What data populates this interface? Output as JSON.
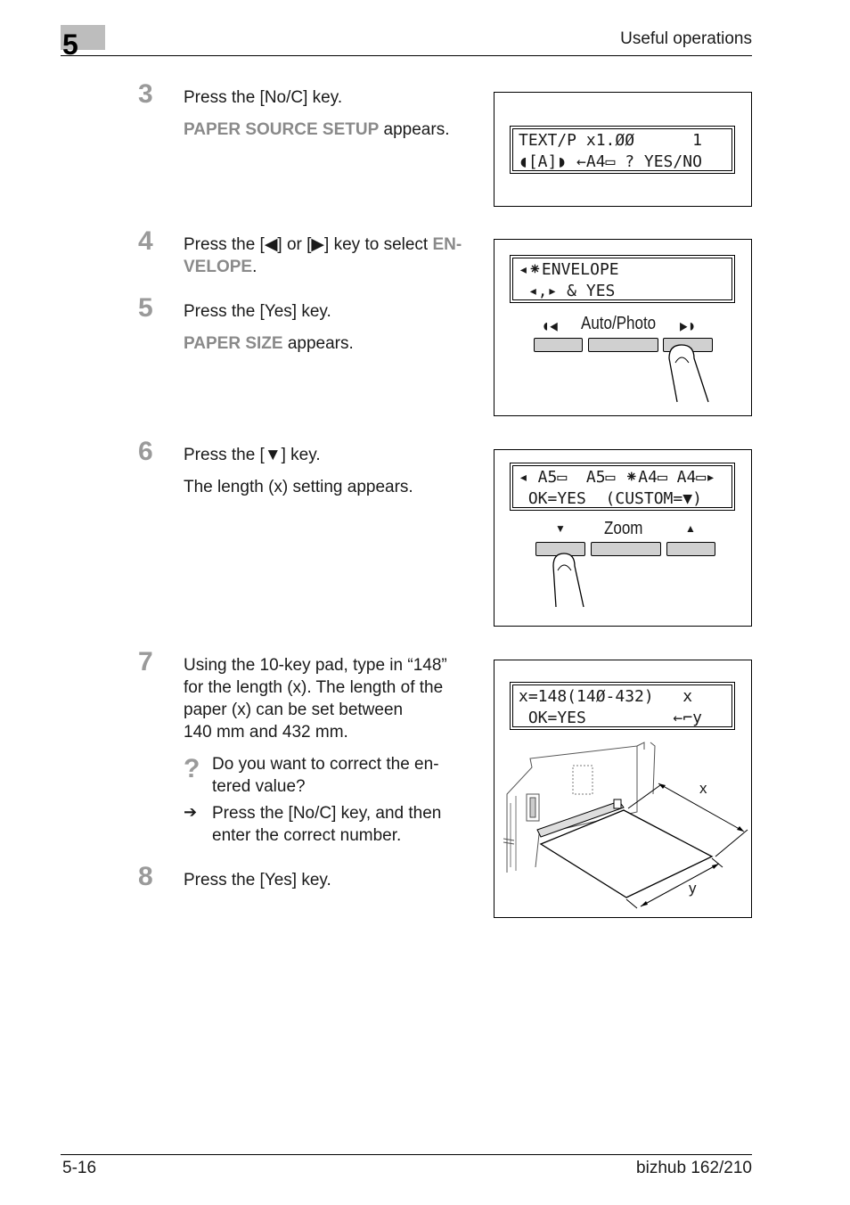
{
  "header": {
    "chapter": "5",
    "title": "Useful operations"
  },
  "steps": {
    "s3": {
      "num": "3",
      "line1": "Press the [No/C] key.",
      "hl": "PAPER SOURCE SETUP",
      "tail": " appears."
    },
    "s4": {
      "num": "4",
      "pre": "Press the [◀] or [▶] key to select ",
      "hl1": "EN-",
      "hl2": "VELOPE",
      "post": "."
    },
    "s5": {
      "num": "5",
      "line1": "Press the [Yes] key.",
      "hl": "PAPER SIZE",
      "tail": " appears."
    },
    "s6": {
      "num": "6",
      "line1": "Press the [▼] key.",
      "line2": "The length (x) setting appears."
    },
    "s7": {
      "num": "7",
      "l1": "Using the 10-key pad, type in “148”",
      "l2": "for the length (x). The length of the",
      "l3": "paper (x) can be set between",
      "l4": "140 mm and 432 mm.",
      "q_icon": "?",
      "q1": "Do you want to correct the en-",
      "q2": "tered value?",
      "arrow_icon": "➔",
      "a1": "Press the [No/C] key, and then",
      "a2": "enter the correct number."
    },
    "s8": {
      "num": "8",
      "line1": "Press the [Yes] key."
    }
  },
  "panels": {
    "p1": {
      "l1": "TEXT/P x1.ØØ      1",
      "l2": "◖[A]◗ ←A4▭ ? YES/NO"
    },
    "p2": {
      "l1": "◂⁕ENVELOPE",
      "l2": " ◂,▸ & YES",
      "keys_label": "Auto/Photo",
      "left_glyph": "◖◂",
      "right_glyph": "▸◗"
    },
    "p3": {
      "l1": "◂ A5▭  A5▭ ⁕A4▭ A4▭▸",
      "l2": " OK=YES  (CUSTOM=▼)",
      "keys_label": "Zoom",
      "down_glyph": "▼",
      "up_glyph": "▲"
    },
    "p4": {
      "l1": "x=148(14Ø-432)   x",
      "l2": " OK=YES         ←⌐y",
      "label_x": "x",
      "label_y": "y"
    }
  },
  "footer": {
    "page": "5-16",
    "product": "bizhub 162/210"
  }
}
